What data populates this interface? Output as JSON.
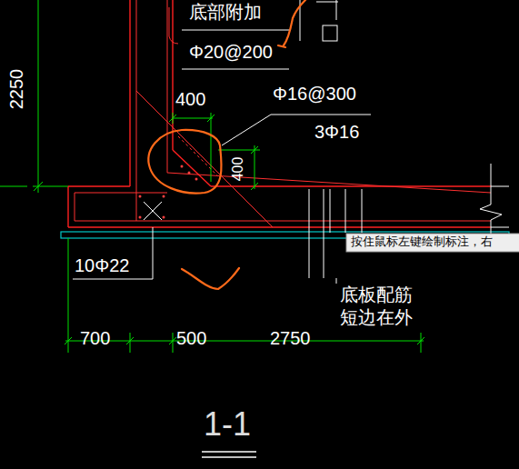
{
  "diagram": {
    "labels": [
      "底部附加",
      "Φ20@200",
      "2250",
      "400",
      "Φ16@300",
      "3Φ16",
      "400",
      "按住鼠标左键绘制标注，右",
      "10Φ22",
      "底板配筋 短边在外",
      "700",
      "500",
      "2750",
      "1-1"
    ]
  }
}
